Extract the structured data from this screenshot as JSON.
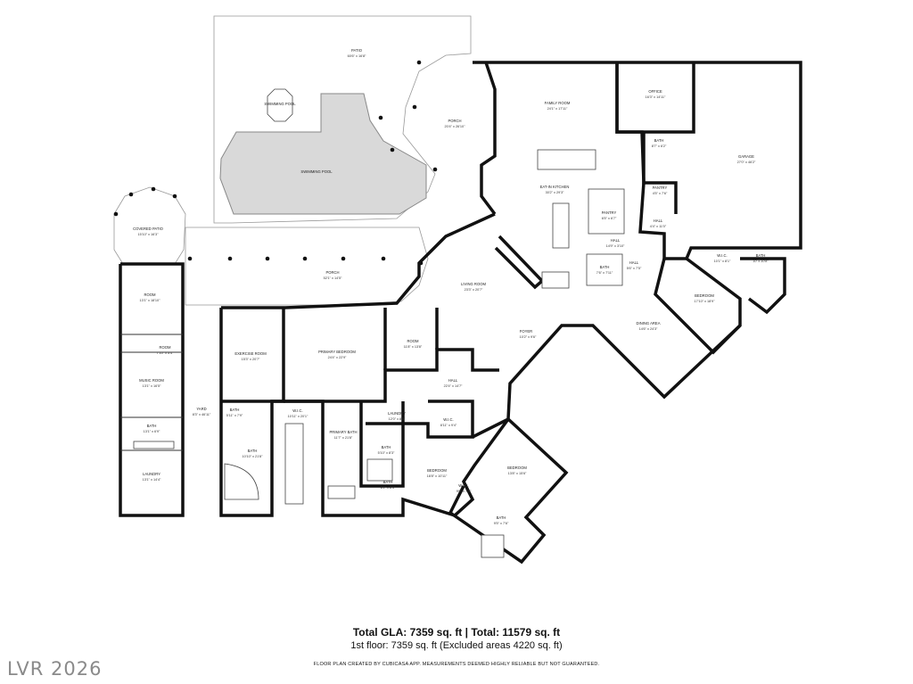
{
  "rooms": [
    {
      "id": "patio",
      "label": "PATIO",
      "dim": "60'6\" x 16'8\""
    },
    {
      "id": "swimming-pool",
      "label": "SWIMMING POOL",
      "dim": ""
    },
    {
      "id": "swimming-spa",
      "label": "SWIMMING POOL",
      "dim": ""
    },
    {
      "id": "covered-patio",
      "label": "COVERED PATIO",
      "dim": "15'10\" x 16'3\""
    },
    {
      "id": "porch-top",
      "label": "PORCH",
      "dim": "20'4\" x 26'10\""
    },
    {
      "id": "porch-main",
      "label": "PORCH",
      "dim": "52'1\" x 14'5\""
    },
    {
      "id": "family-room",
      "label": "FAMILY ROOM",
      "dim": "24'1\" x 17'11\""
    },
    {
      "id": "office",
      "label": "OFFICE",
      "dim": "16'3\" x 14'11\""
    },
    {
      "id": "garage",
      "label": "GARAGE",
      "dim": "27'0\" x 46'2\""
    },
    {
      "id": "eat-in-kitchen",
      "label": "EAT-IN KITCHEN",
      "dim": "30'2\" x 29'3\""
    },
    {
      "id": "pantry-1",
      "label": "PANTRY",
      "dim": "6'5\" x 6'7\""
    },
    {
      "id": "pantry-2",
      "label": "PANTRY",
      "dim": "4'5\" x 7'6\""
    },
    {
      "id": "bath-garage",
      "label": "BATH",
      "dim": "8'7\" x 6'2\""
    },
    {
      "id": "hall-kitchen",
      "label": "HALL",
      "dim": "14'9\" x 3'10\""
    },
    {
      "id": "hall-garage",
      "label": "HALL",
      "dim": "4'4\" x 11'0\""
    },
    {
      "id": "bath-kitchen",
      "label": "BATH",
      "dim": "7'6\" x 7'11\""
    },
    {
      "id": "hall-small",
      "label": "HALL",
      "dim": "5'6\" x 7'5\""
    },
    {
      "id": "living-room",
      "label": "LIVING ROOM",
      "dim": "23'3\" x 20'7\""
    },
    {
      "id": "room-left",
      "label": "ROOM",
      "dim": "13'1\" x 18'10\""
    },
    {
      "id": "room-small",
      "label": "ROOM",
      "dim": "7'10\" x 3'4\""
    },
    {
      "id": "music-room",
      "label": "MUSIC ROOM",
      "dim": "13'1\" x 16'5\""
    },
    {
      "id": "bath-left",
      "label": "BATH",
      "dim": "13'1\" x 6'9\""
    },
    {
      "id": "laundry-left",
      "label": "LAUNDRY",
      "dim": "13'1\" x 14'4\""
    },
    {
      "id": "yard",
      "label": "YARD",
      "dim": "8'3\" x 46'11\""
    },
    {
      "id": "exercise-room",
      "label": "EXERCISE ROOM",
      "dim": "15'3\" x 20'7\""
    },
    {
      "id": "primary-bedroom",
      "label": "PRIMARY BEDROOM",
      "dim": "24'4\" x 22'9\""
    },
    {
      "id": "room-center",
      "label": "ROOM",
      "dim": "11'8\" x 13'8\""
    },
    {
      "id": "hall-center",
      "label": "HALL",
      "dim": "22'4\" x 14'7\""
    },
    {
      "id": "foyer",
      "label": "FOYER",
      "dim": "10'2\" x 9'6\""
    },
    {
      "id": "dining-area",
      "label": "DINING AREA",
      "dim": "14'6\" x 24'3\""
    },
    {
      "id": "wic-right",
      "label": "W.I.C.",
      "dim": "10'1\" x 8'1\""
    },
    {
      "id": "bath-far-right",
      "label": "BATH",
      "dim": "10' x 10'8\""
    },
    {
      "id": "bedroom-right",
      "label": "BEDROOM",
      "dim": "17'10\" x 18'9\""
    },
    {
      "id": "bath-exercise",
      "label": "BATH",
      "dim": "5'11\" x 7'9\""
    },
    {
      "id": "bath-left-lower",
      "label": "BATH",
      "dim": "10'10\" x 21'8\""
    },
    {
      "id": "wic-primary",
      "label": "W.I.C.",
      "dim": "10'11\" x 20'1\""
    },
    {
      "id": "primary-bath",
      "label": "PRIMARY BATH",
      "dim": "11'7\" x 21'8\""
    },
    {
      "id": "laundry-center",
      "label": "LAUNDRY",
      "dim": "12'0\" x 8'3\""
    },
    {
      "id": "wic-center",
      "label": "W.I.C.",
      "dim": "8'11\" x 9'4\""
    },
    {
      "id": "bath-center-1",
      "label": "BATH",
      "dim": "5'10\" x 8'3\""
    },
    {
      "id": "bath-center-2",
      "label": "BATH",
      "dim": "8'1\" x 8'3\""
    },
    {
      "id": "bedroom-center",
      "label": "BEDROOM",
      "dim": "18'8\" x 10'11\""
    },
    {
      "id": "bedroom-lower-right",
      "label": "BEDROOM",
      "dim": "13'8\" x 15'6\""
    },
    {
      "id": "wic-lower",
      "label": "W.I.C.",
      "dim": "9'0\" x 7'3\""
    },
    {
      "id": "bath-lower",
      "label": "BATH",
      "dim": "9'5\" x 7'6\""
    }
  ],
  "footer": {
    "total": "Total GLA: 7359 sq. ft | Total: 11579 sq. ft",
    "floor": "1st floor: 7359 sq. ft (Excluded areas 4220 sq. ft)",
    "disclaimer": "FLOOR PLAN CREATED BY CUBICASA APP. MEASUREMENTS DEEMED HIGHLY RELIABLE BUT NOT GUARANTEED."
  },
  "watermark": "LVR 2026",
  "colors": {
    "wall": "#111111",
    "pool": "#d9d9d9",
    "background": "#ffffff",
    "watermark": "#8a8a8a"
  }
}
